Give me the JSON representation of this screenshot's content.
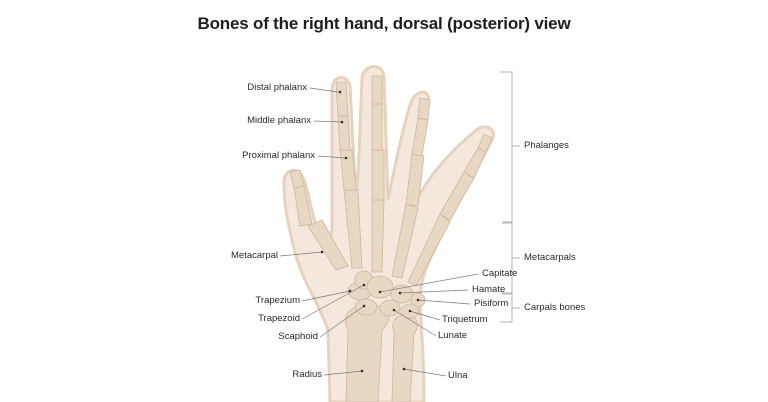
{
  "title": "Bones of the right hand, dorsal (posterior) view",
  "colors": {
    "skin_outline": "#e8d6c4",
    "skin_fill": "#f4e8dc",
    "bone_fill": "#e6d4bf",
    "bone_stroke": "#cdb79e",
    "leader_line": "#7a7a7a",
    "bracket": "#b5b5b5",
    "text": "#2a2a2a"
  },
  "labels_left": [
    {
      "text": "Distal phalanx"
    },
    {
      "text": "Middle phalanx"
    },
    {
      "text": "Proximal phalanx"
    },
    {
      "text": "Metacarpal"
    },
    {
      "text": "Trapezium"
    },
    {
      "text": "Trapezoid"
    },
    {
      "text": "Scaphoid"
    },
    {
      "text": "Radius"
    }
  ],
  "labels_right": [
    {
      "text": "Capitate"
    },
    {
      "text": "Hamate"
    },
    {
      "text": "Pisiform"
    },
    {
      "text": "Triquetrum"
    },
    {
      "text": "Lunate"
    },
    {
      "text": "Ulna"
    }
  ],
  "groups": [
    {
      "text": "Phalanges"
    },
    {
      "text": "Metacarpals"
    },
    {
      "text": "Carpals bones"
    }
  ]
}
